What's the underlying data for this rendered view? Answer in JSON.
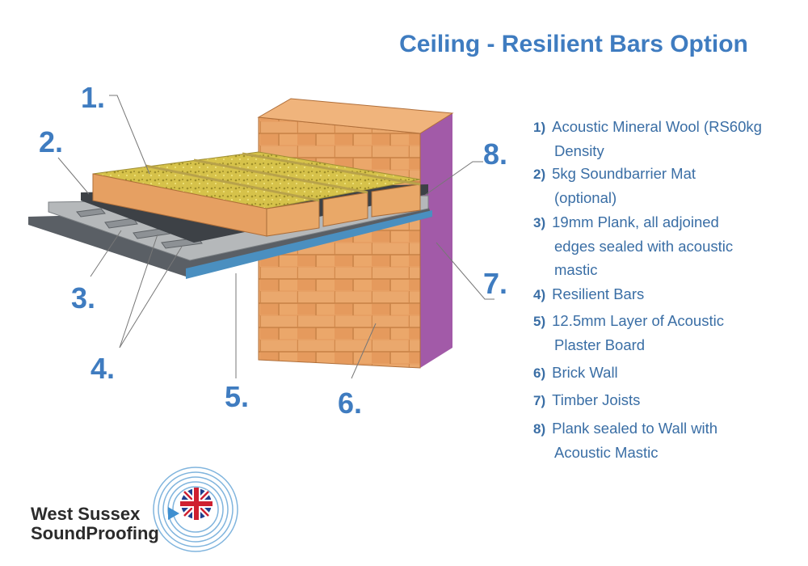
{
  "title": "Ceiling - Resilient Bars Option",
  "callouts": [
    "1.",
    "2.",
    "3.",
    "4.",
    "5.",
    "6.",
    "7.",
    "8."
  ],
  "legend": [
    {
      "num": "1)",
      "line1": "Acoustic Mineral Wool (RS60kg",
      "line2": "Density"
    },
    {
      "num": "2)",
      "line1": "5kg Soundbarrier Mat",
      "line2": "(optional)"
    },
    {
      "num": "3)",
      "line1": "19mm Plank, all adjoined",
      "line2": "edges sealed with acoustic",
      "line3": "mastic"
    },
    {
      "num": "4)",
      "line1": "Resilient Bars"
    },
    {
      "num": "5)",
      "line1": "12.5mm Layer of Acoustic",
      "line2": "Plaster Board"
    },
    {
      "num": "6)",
      "line1": "Brick Wall"
    },
    {
      "num": "7)",
      "line1": "Timber Joists"
    },
    {
      "num": "8)",
      "line1": "Plank sealed to Wall with",
      "line2": "Acoustic Mastic"
    }
  ],
  "logo": {
    "line1": "West Sussex",
    "line2": "SoundProofing"
  },
  "colors": {
    "accent": "#3f7cc0",
    "brick": "#e9a66a",
    "wool": "#d8c84a",
    "wall_side": "#a05aa6"
  }
}
